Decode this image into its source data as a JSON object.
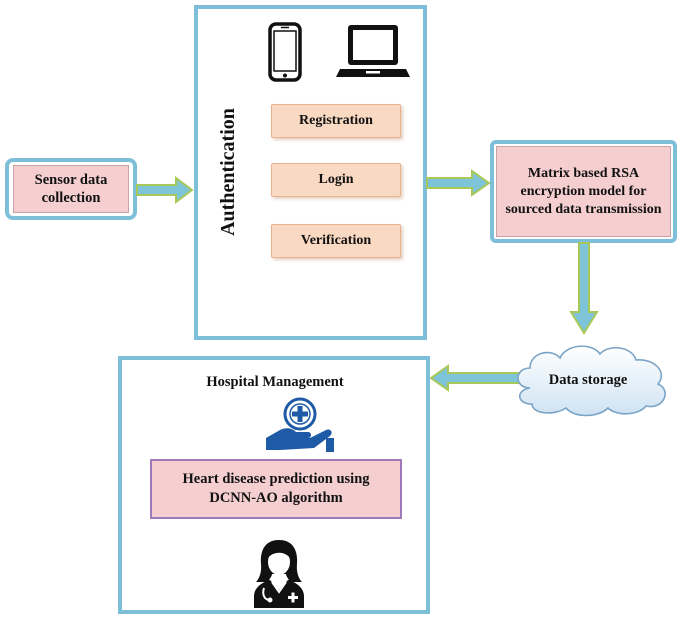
{
  "sensor": {
    "label": "Sensor data collection"
  },
  "authentication": {
    "title": "Authentication",
    "buttons": [
      "Registration",
      "Login",
      "Verification"
    ],
    "devices": [
      "smartphone-icon",
      "laptop-icon"
    ]
  },
  "encryption": {
    "label": "Matrix based RSA encryption model for sourced data transmission"
  },
  "storage": {
    "label": "Data storage",
    "icon": "cloud-icon"
  },
  "hospital": {
    "title": "Hospital Management",
    "prediction": "Heart disease prediction using DCNN-AO algorithm",
    "icons": [
      "medical-care-hand-icon",
      "doctor-icon"
    ]
  },
  "colors": {
    "border": "#7dbfd8",
    "box_fill": "#f5cfd0",
    "button_fill": "#f9d9c2",
    "arrow": "#7dc4d8",
    "arrow_outline": "#a8c85a",
    "prediction_border": "#a07ab8"
  }
}
